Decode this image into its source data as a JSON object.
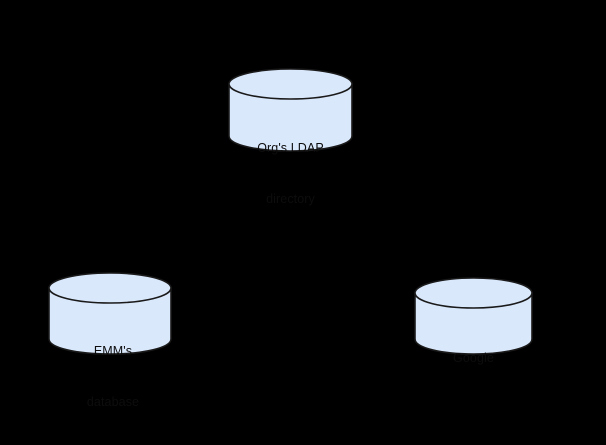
{
  "diagram": {
    "type": "database-cylinder-diagram",
    "background_color": "#000000",
    "node_fill_color": "#dae8fc",
    "node_stroke_color": "#1a1a1a",
    "label_color": "#0d0d0d",
    "nodes": [
      {
        "id": "ldap",
        "icon": "database-cylinder-icon",
        "label_lines": [
          "Org's LDAP",
          "directory"
        ],
        "line1": "Org's LDAP",
        "line2": "directory"
      },
      {
        "id": "emm",
        "icon": "database-cylinder-icon",
        "label_lines": [
          "EMM's",
          "database"
        ],
        "line1": "EMM's",
        "line2": "database"
      },
      {
        "id": "google",
        "icon": "database-cylinder-icon",
        "label_lines": [
          "Google"
        ],
        "line1": "Google",
        "line2": ""
      }
    ]
  }
}
